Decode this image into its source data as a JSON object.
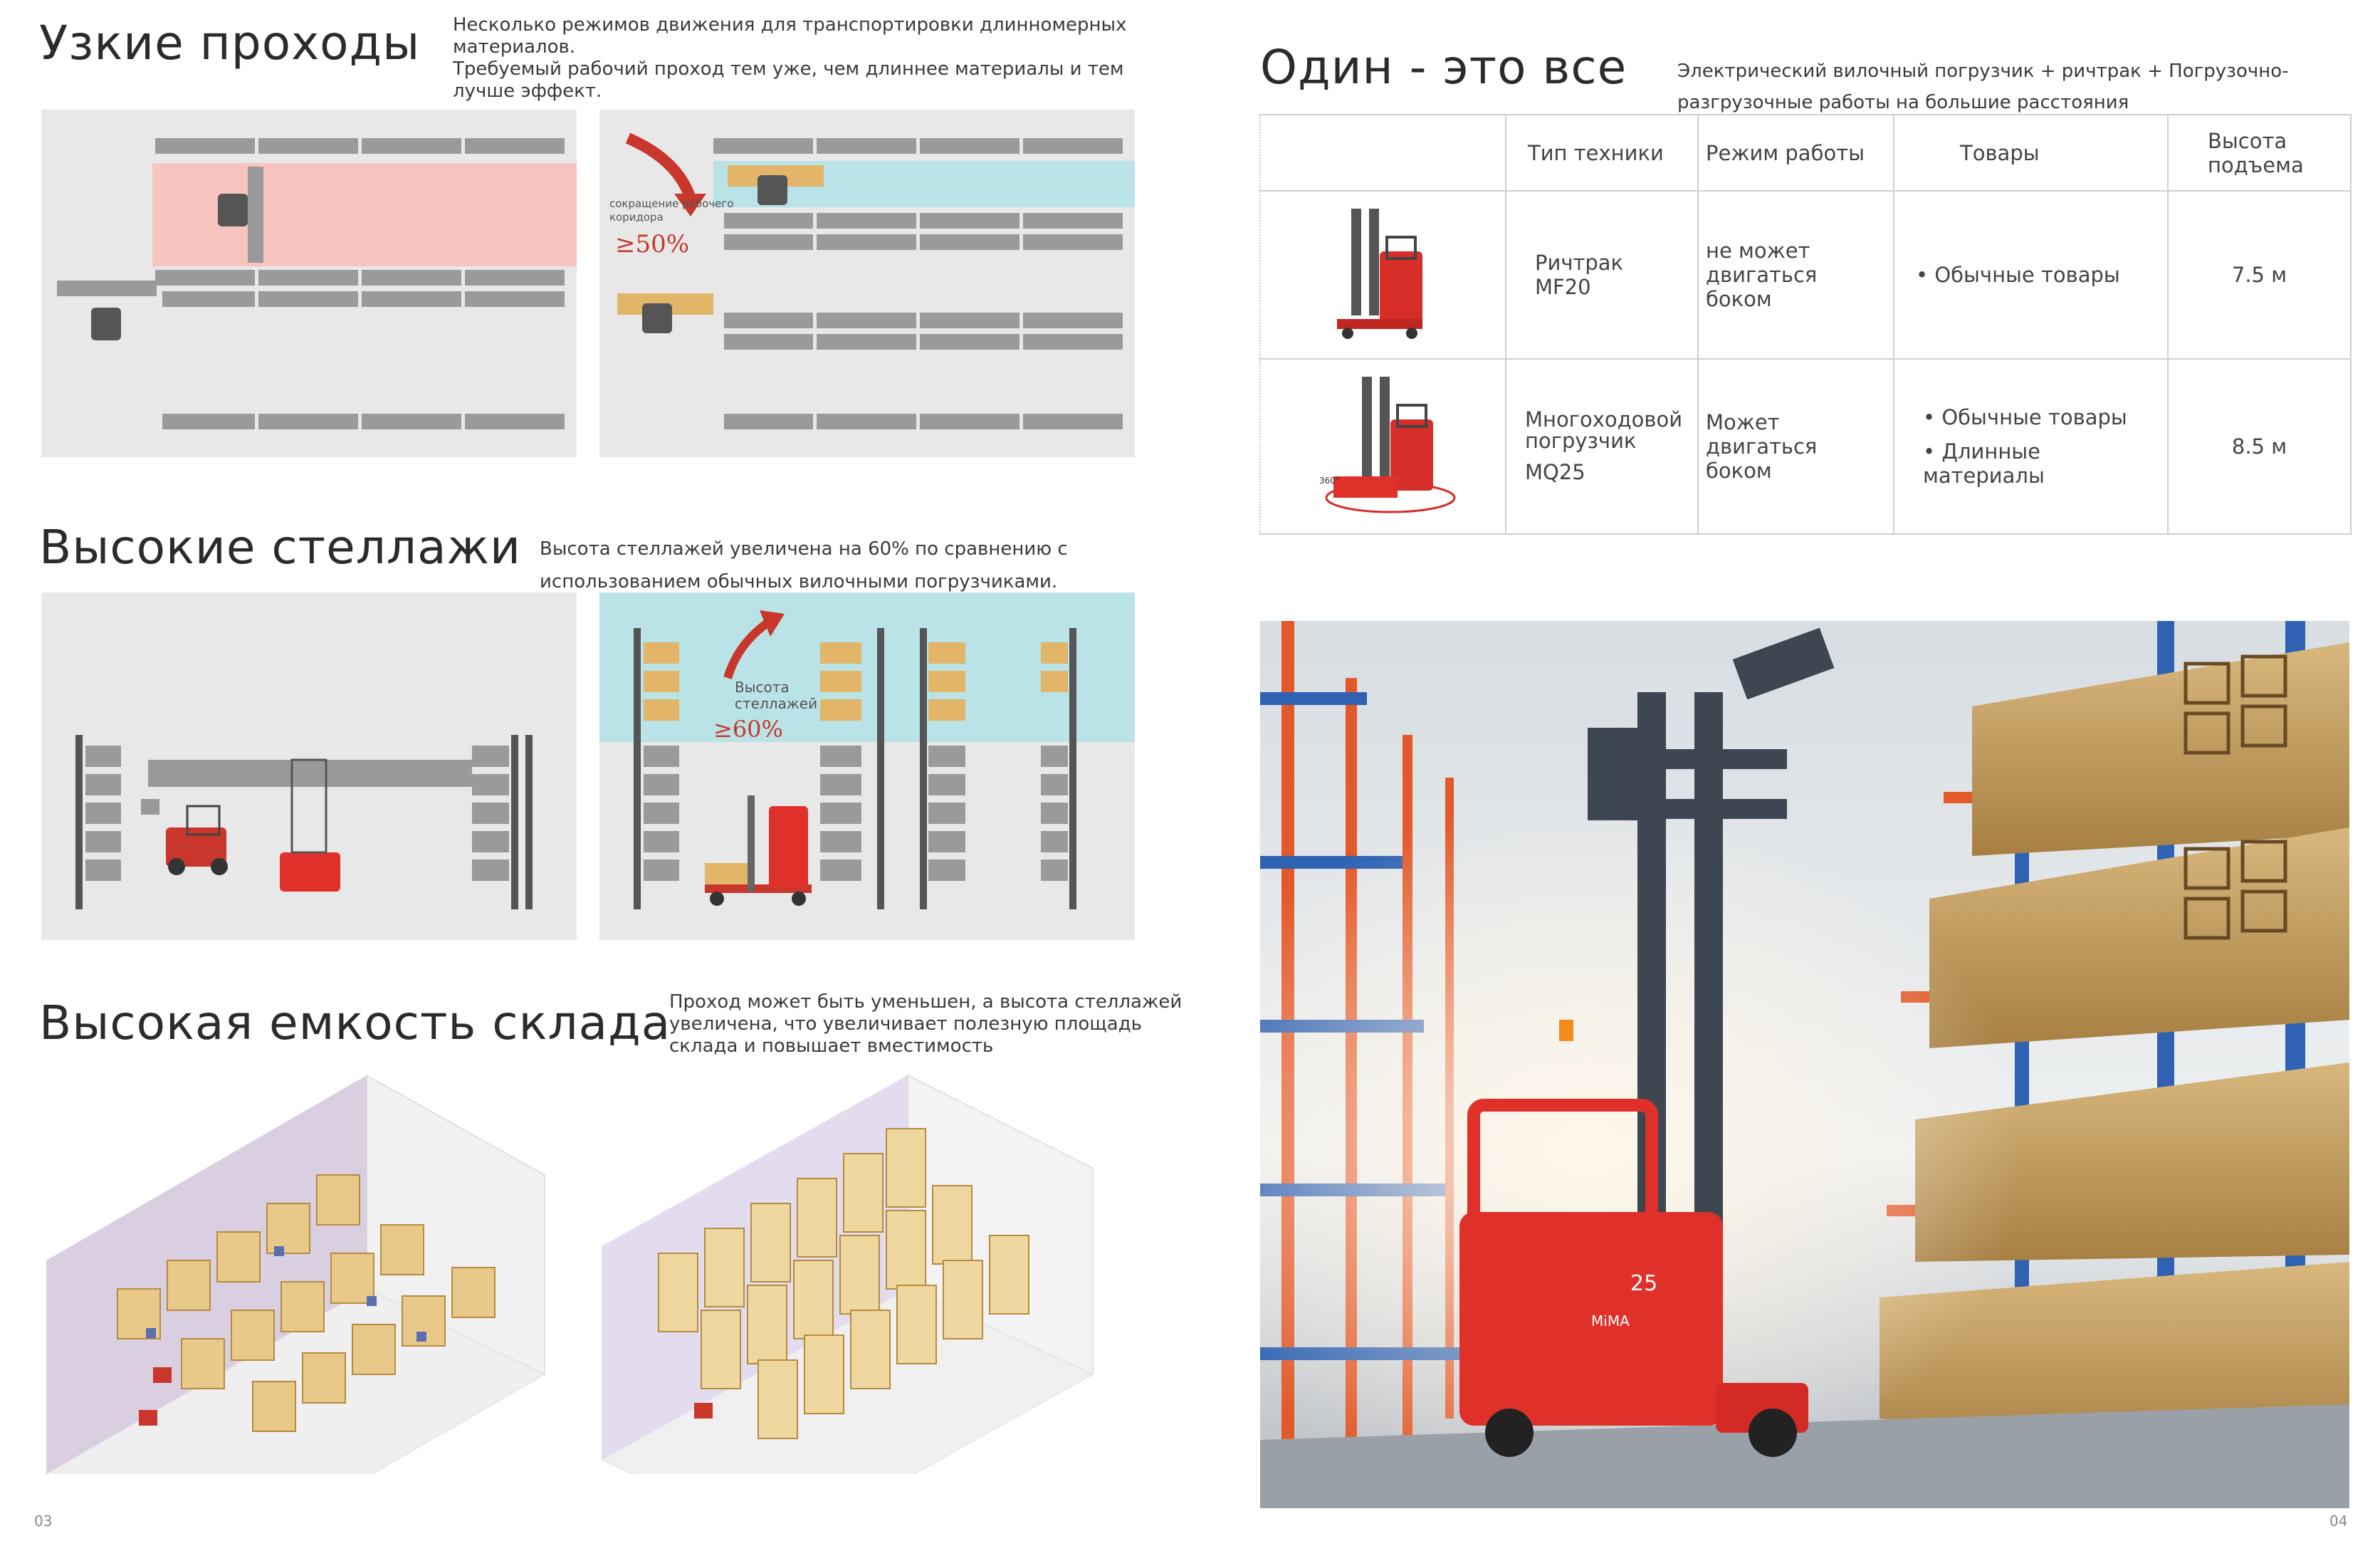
{
  "left": {
    "narrow": {
      "title": "Узкие проходы",
      "desc_1": "Несколько режимов движения для транспортировки длинномерных материалов.",
      "desc_2": "Требуемый рабочий проход тем уже, чем длиннее материалы и тем лучше эффект.",
      "note_line1": "сокращение рабочего",
      "note_line2": "коридора",
      "percent": "≥50%"
    },
    "high": {
      "title": "Высокие стеллажи",
      "desc_1": "Высота стеллажей увеличена на 60% по сравнению с",
      "desc_2": "использованием обычных вилочными погрузчиками.",
      "note_line1": "Высота",
      "note_line2": "стеллажей",
      "percent": "≥60%"
    },
    "capacity": {
      "title": "Высокая емкость склада",
      "desc_1": "Проход может быть уменьшен, а высота стеллажей",
      "desc_2": "увеличена, что увеличивает полезную площадь",
      "desc_3": "склада и повышает вместимость"
    },
    "page": "03"
  },
  "right": {
    "title": "Один - это все",
    "subtitle_1": "Электрический вилочный погрузчик + ричтрак + Погрузочно-",
    "subtitle_2": "разгрузочные работы на большие расстояния",
    "table": {
      "headers": [
        "Тип техники",
        "Режим работы",
        "Товары",
        "Высота подъема"
      ],
      "rows": [
        {
          "type_1": "Ричтрак",
          "type_2": "MF20",
          "mode": "не может двигаться боком",
          "goods": [
            "Обычные товары"
          ],
          "height": "7.5 м"
        },
        {
          "type_1": "Многоходовой погрузчик",
          "type_2": "MQ25",
          "mode": "Может двигаться боком",
          "goods": [
            "Обычные товары",
            "Длинные материалы"
          ],
          "height": "8.5 м",
          "badge": "360°"
        }
      ]
    },
    "truck_label": "25",
    "brand": "MiMA",
    "page": "04"
  },
  "colors": {
    "accent_red": "#c9372c",
    "panel_bg": "#e8e8e8",
    "rack_gray": "#9a9a9a",
    "aisle_pink": "#f7c4c0",
    "aisle_blue": "#b9e3e6",
    "box_tan": "#e2b569"
  }
}
